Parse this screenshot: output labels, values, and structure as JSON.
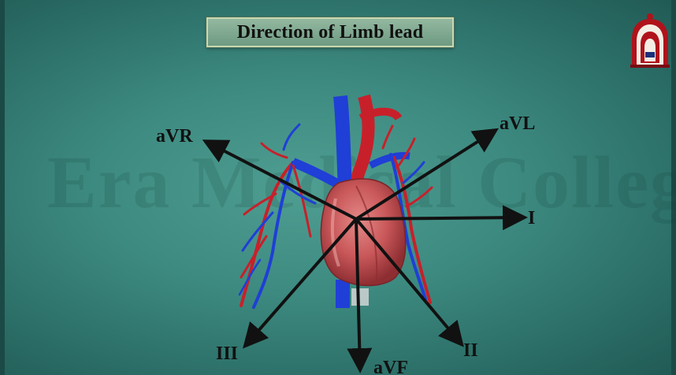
{
  "slide": {
    "title": "Direction of Limb lead",
    "watermark": "Era Medical College"
  },
  "leads": {
    "aVR": "aVR",
    "aVL": "aVL",
    "I": "I",
    "II": "II",
    "III": "III",
    "aVF": "aVF"
  },
  "colors": {
    "background": "#3d8a80",
    "title_box": "#7ea88c",
    "arrow": "#111111",
    "vein": "#1f3fd6",
    "artery": "#c8202a",
    "heart": "#c9585a"
  },
  "icons": {
    "logo": "college-emblem-icon"
  }
}
